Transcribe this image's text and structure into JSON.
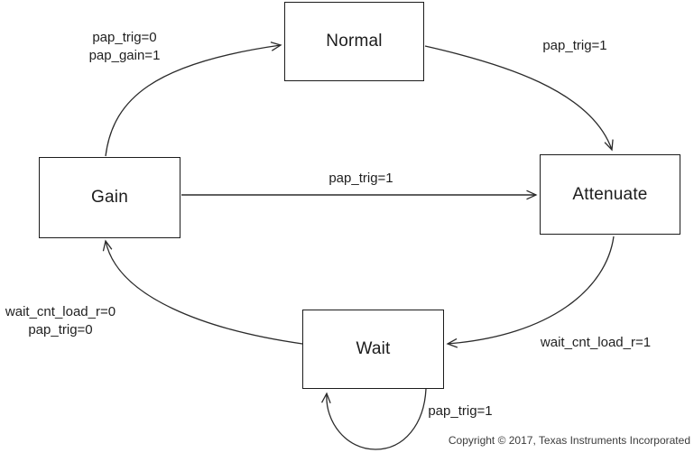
{
  "colors": {
    "line": "#2b2b2b",
    "text": "#1f1f1f",
    "copyright_text": "#3c3c3c",
    "background": "#ffffff"
  },
  "diagram": {
    "type": "state-machine",
    "states": {
      "normal": "Normal",
      "gain": "Gain",
      "attenuate": "Attenuate",
      "wait": "Wait"
    },
    "transitions": {
      "gain_to_normal": {
        "from": "Gain",
        "to": "Normal",
        "line1": "pap_trig=0",
        "line2": "pap_gain=1"
      },
      "normal_to_attenuate": {
        "from": "Normal",
        "to": "Attenuate",
        "label": "pap_trig=1"
      },
      "gain_to_attenuate": {
        "from": "Gain",
        "to": "Attenuate",
        "label": "pap_trig=1"
      },
      "attenuate_to_wait": {
        "from": "Attenuate",
        "to": "Wait",
        "label": "wait_cnt_load_r=1"
      },
      "wait_to_gain": {
        "from": "Wait",
        "to": "Gain",
        "line1": "wait_cnt_load_r=0",
        "line2": "pap_trig=0"
      },
      "wait_self_loop": {
        "from": "Wait",
        "to": "Wait",
        "label": "pap_trig=1"
      }
    },
    "footer": {
      "copyright": "Copyright © 2017, Texas Instruments Incorporated"
    }
  }
}
